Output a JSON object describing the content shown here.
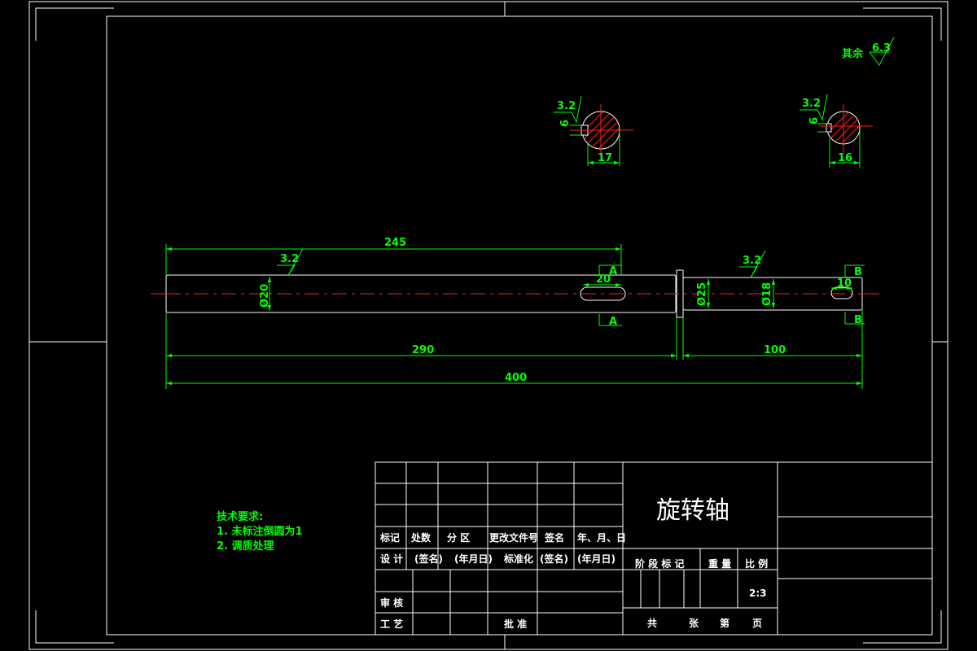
{
  "title_block": {
    "part_name": "旋转轴",
    "scale": "2:3",
    "row_headers": [
      "标记",
      "处数",
      "分 区",
      "更改文件号",
      "签名",
      "年、月、日"
    ],
    "design_row": [
      "设 计",
      "(签名)",
      "(年月日)",
      "标准化",
      "(签名)",
      "(年月日)"
    ],
    "review": "审 核",
    "process": "工 艺",
    "approve": "批 准",
    "stage_labels": [
      "阶 段 标 记",
      "重 量",
      "比 例"
    ],
    "sheet_labels": [
      "共",
      "张",
      "第",
      "页"
    ]
  },
  "tech_requirements": {
    "heading": "技术要求:",
    "items": [
      "1. 未标注倒圆为1",
      "2. 调质处理"
    ]
  },
  "roughness": {
    "general_label": "其余",
    "general_value": "6.3",
    "shaft_left": "3.2",
    "shaft_right": "3.2",
    "section_a": "3.2",
    "section_b": "3.2"
  },
  "dimensions": {
    "d245": "245",
    "d20_key": "20",
    "d290": "290",
    "d100": "100",
    "d400": "400",
    "d10_key": "10",
    "dia20": "Ø20",
    "dia25": "Ø25",
    "dia18": "Ø18",
    "sec_a_width": "17",
    "sec_a_depth": "6",
    "sec_b_width": "16",
    "sec_b_depth": "6"
  },
  "section_labels": {
    "a": "A",
    "b": "B"
  },
  "colors": {
    "outline": "#ffffff",
    "dimension": "#00ff00",
    "centerline": "#ff2020",
    "background": "#000000"
  }
}
